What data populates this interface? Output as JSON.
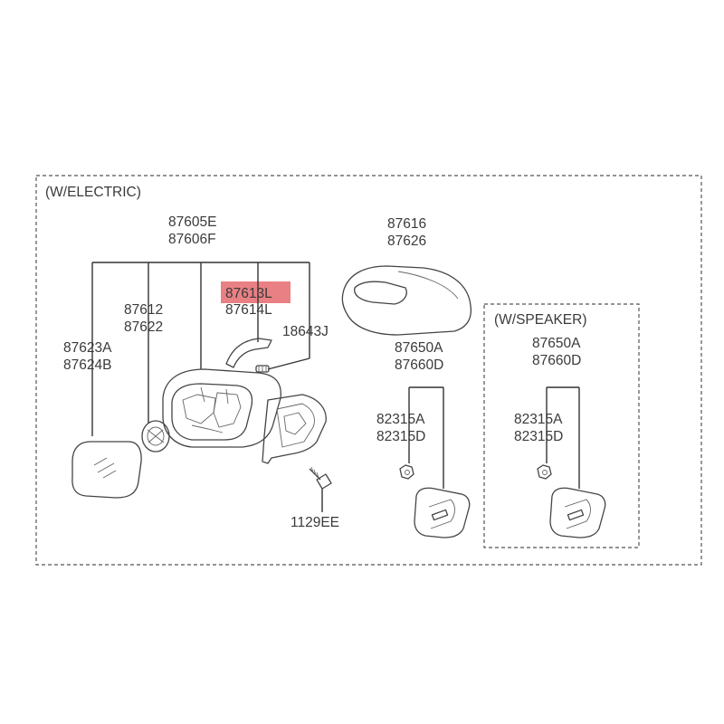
{
  "groups": {
    "electric": "(W/ELECTRIC)",
    "speaker": "(W/SPEAKER)"
  },
  "labels": {
    "p87605E": "87605E",
    "p87606F": "87606F",
    "p87612": "87612",
    "p87622": "87622",
    "p87623A": "87623A",
    "p87624B": "87624B",
    "p87613L": "87613L",
    "p87614L": "87614L",
    "p18643J": "18643J",
    "p1129EE": "1129EE",
    "p87616": "87616",
    "p87626": "87626",
    "p87650A": "87650A",
    "p87660D": "87660D",
    "p82315A": "82315A",
    "p82315D": "82315D",
    "s87650A": "87650A",
    "s87660D": "87660D",
    "s82315A": "82315A",
    "s82315D": "82315D"
  },
  "highlight_color": "#e56a6e"
}
